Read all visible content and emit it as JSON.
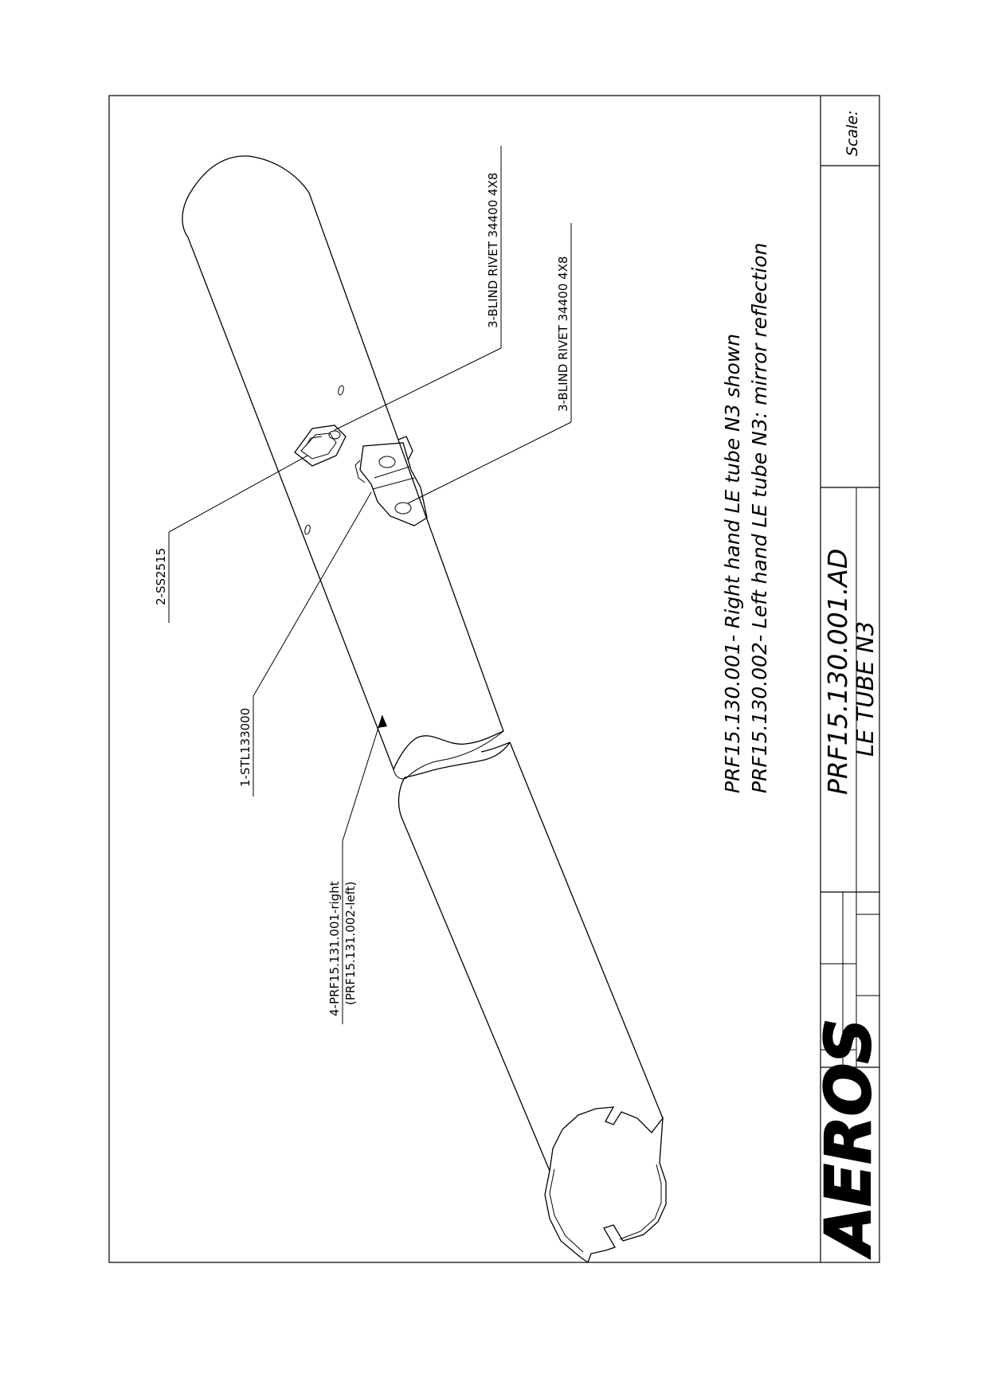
{
  "callouts": {
    "rivet_upper": "3-BLIND RIVET 34400 4X8",
    "rivet_lower": "3-BLIND RIVET 34400 4X8",
    "ss2515": "2-SS2515",
    "stl133000": "1-STL133000",
    "prf_right": "4-PRF15.131.001-right",
    "prf_left": "(PRF15.131.002-left)"
  },
  "notes": {
    "line1": "PRF15.130.001- Right hand LE tube N3 shown",
    "line2": "PRF15.130.002- Left hand LE tube N3: mirror reflection"
  },
  "title_block": {
    "logo": "AEROS",
    "drawing_number": "PRF15.130.001.AD",
    "drawing_title": "LE TUBE N3",
    "scale_label": "Scale:"
  }
}
